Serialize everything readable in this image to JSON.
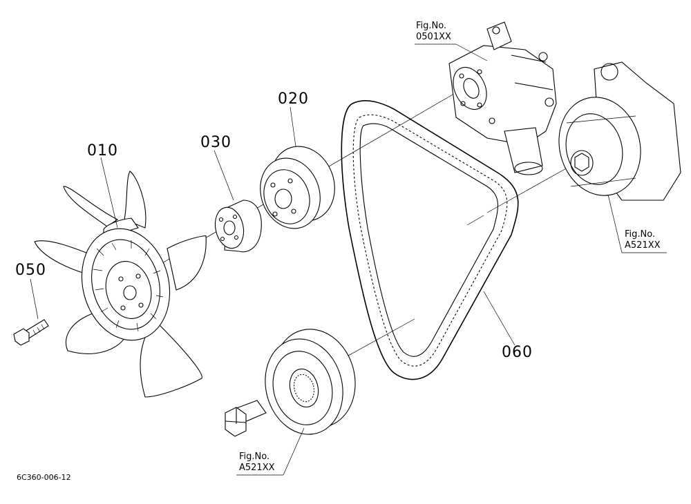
{
  "parts": {
    "p010": "010",
    "p020": "020",
    "p030": "030",
    "p050": "050",
    "p060": "060"
  },
  "refs": {
    "water_pump": {
      "line1": "Fig.No.",
      "line2": "0501XX"
    },
    "alternator": {
      "line1": "Fig.No.",
      "line2": "A521XX"
    },
    "crank_pulley": {
      "line1": "Fig.No.",
      "line2": "A521XX"
    }
  },
  "drawing_code": "6C360-006-12"
}
